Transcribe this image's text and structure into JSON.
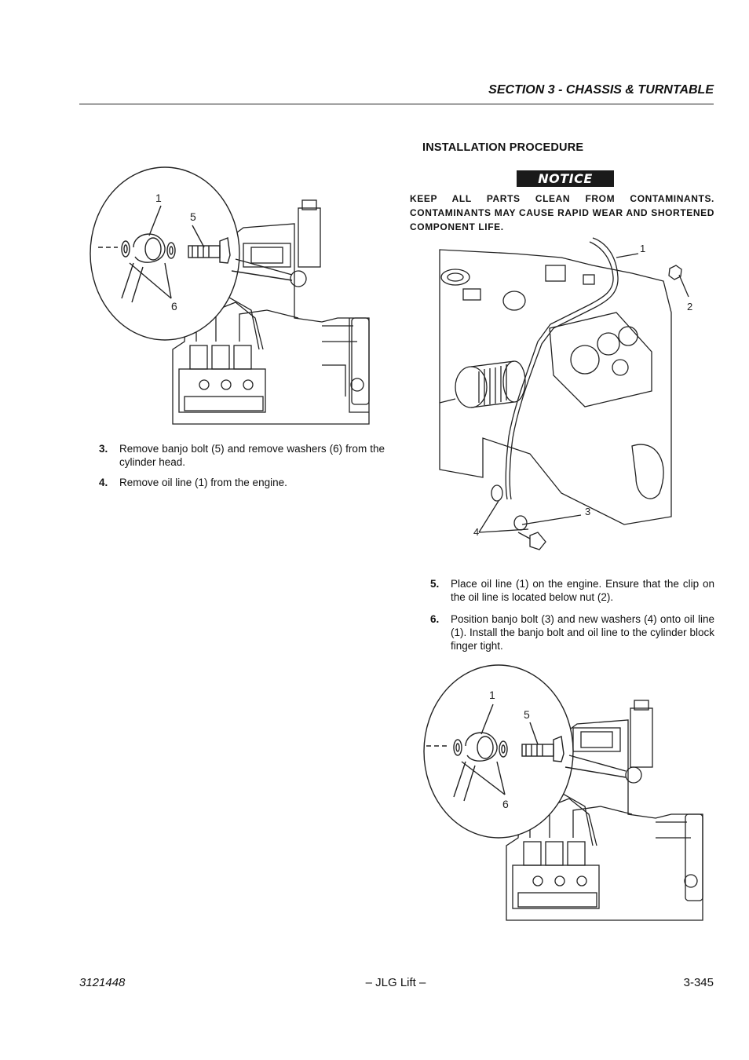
{
  "header": {
    "section_title": "SECTION 3 - CHASSIS & TURNTABLE"
  },
  "procedure": {
    "heading": "INSTALLATION PROCEDURE",
    "notice_label": "NOTICE",
    "notice_text": "KEEP ALL PARTS CLEAN FROM CONTAMINANTS. CONTAMINANTS MAY CAUSE RAPID WEAR AND SHORTENED COMPONENT LIFE."
  },
  "steps_left": [
    {
      "number": "3.",
      "text": "Remove banjo bolt (5) and remove washers (6) from the cylinder head."
    },
    {
      "number": "4.",
      "text": "Remove oil line (1) from the engine."
    }
  ],
  "steps_right": [
    {
      "number": "5.",
      "text": "Place oil line (1) on the engine. Ensure that the clip on the oil line is located below nut (2)."
    },
    {
      "number": "6.",
      "text": "Position banjo bolt (3) and new washers (4) onto oil line (1). Install the banjo bolt and oil line to the cylinder block finger tight."
    }
  ],
  "figures": {
    "left_top": {
      "callouts": [
        "1",
        "5",
        "6"
      ]
    },
    "right_mid": {
      "callouts": [
        "1",
        "2",
        "3",
        "4"
      ]
    },
    "right_bottom": {
      "callouts": [
        "1",
        "5",
        "6"
      ]
    }
  },
  "footer": {
    "doc_number": "3121448",
    "center": "– JLG Lift –",
    "page": "3-345"
  }
}
